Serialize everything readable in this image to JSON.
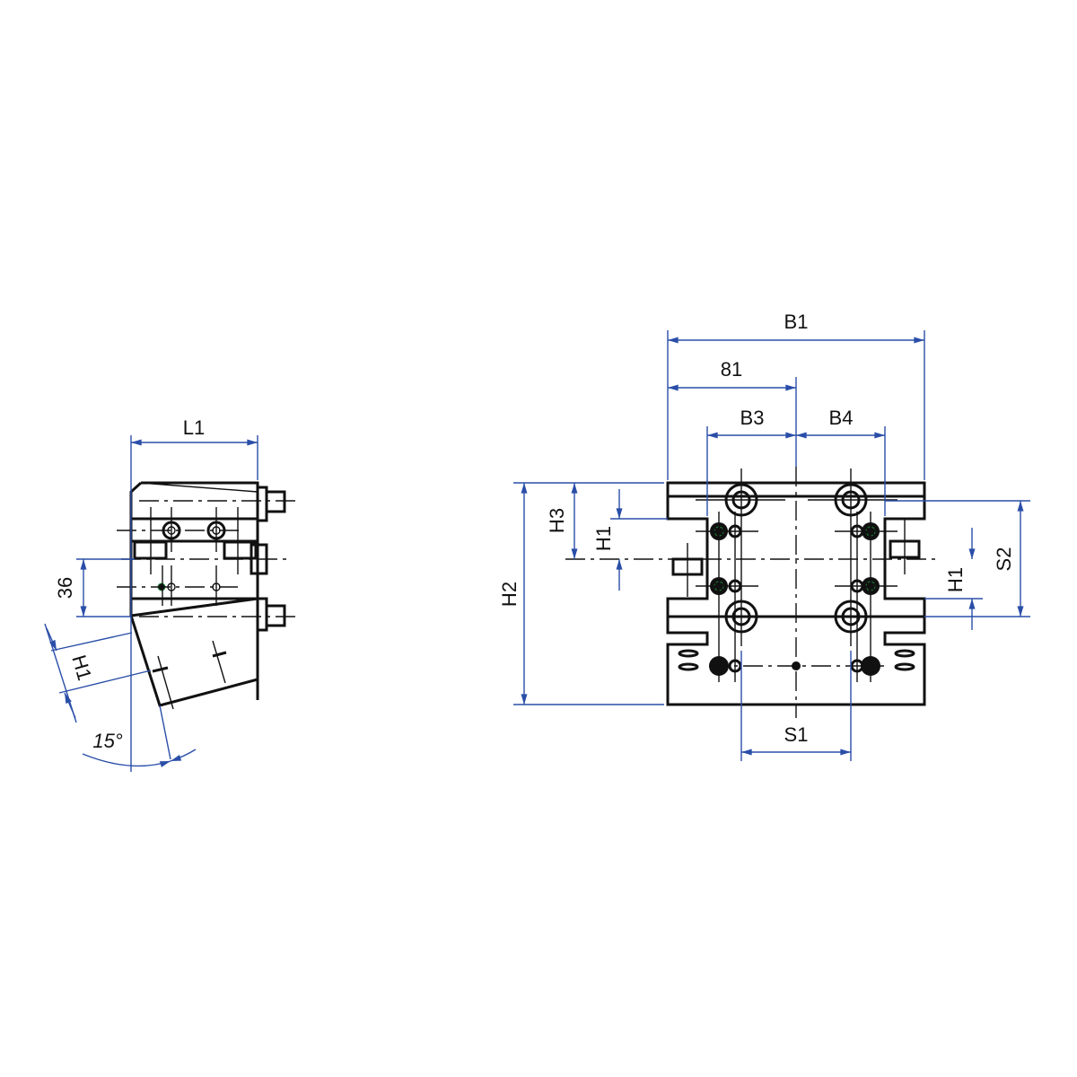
{
  "side_view": {
    "dim_L1": "L1",
    "dim_36": "36",
    "dim_H1": "H1",
    "angle": "15°"
  },
  "front_view": {
    "dim_B1": "B1",
    "dim_81": "81",
    "dim_B3": "B3",
    "dim_B4": "B4",
    "dim_H3": "H3",
    "dim_H1_left": "H1",
    "dim_H2": "H2",
    "dim_S2": "S2",
    "dim_H1_right": "H1",
    "dim_S1": "S1"
  },
  "colors": {
    "dimension": "#2a4ea8",
    "outline": "#111111",
    "accent": "#1a8a3a"
  }
}
